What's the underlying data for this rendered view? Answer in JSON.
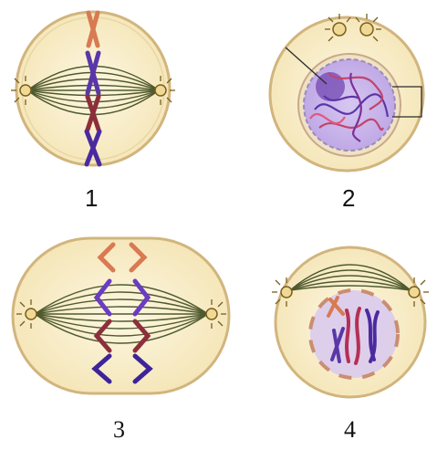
{
  "labels": {
    "cell1": "1",
    "cell2": "2",
    "cell3": "3",
    "cell4": "4"
  },
  "colors": {
    "cell_fill": "#f9efc9",
    "cell_outline": "#d1b57d",
    "chromosome_orange": "#d87a52",
    "chromosome_purple": "#5a37a8",
    "chromosome_red": "#8d2f3a",
    "nucleus_fill": "#d3c1ea",
    "nucleus_outline": "#9c8ab8",
    "spindle": "#4f5a2f",
    "centriole": "#7a5e1e"
  }
}
